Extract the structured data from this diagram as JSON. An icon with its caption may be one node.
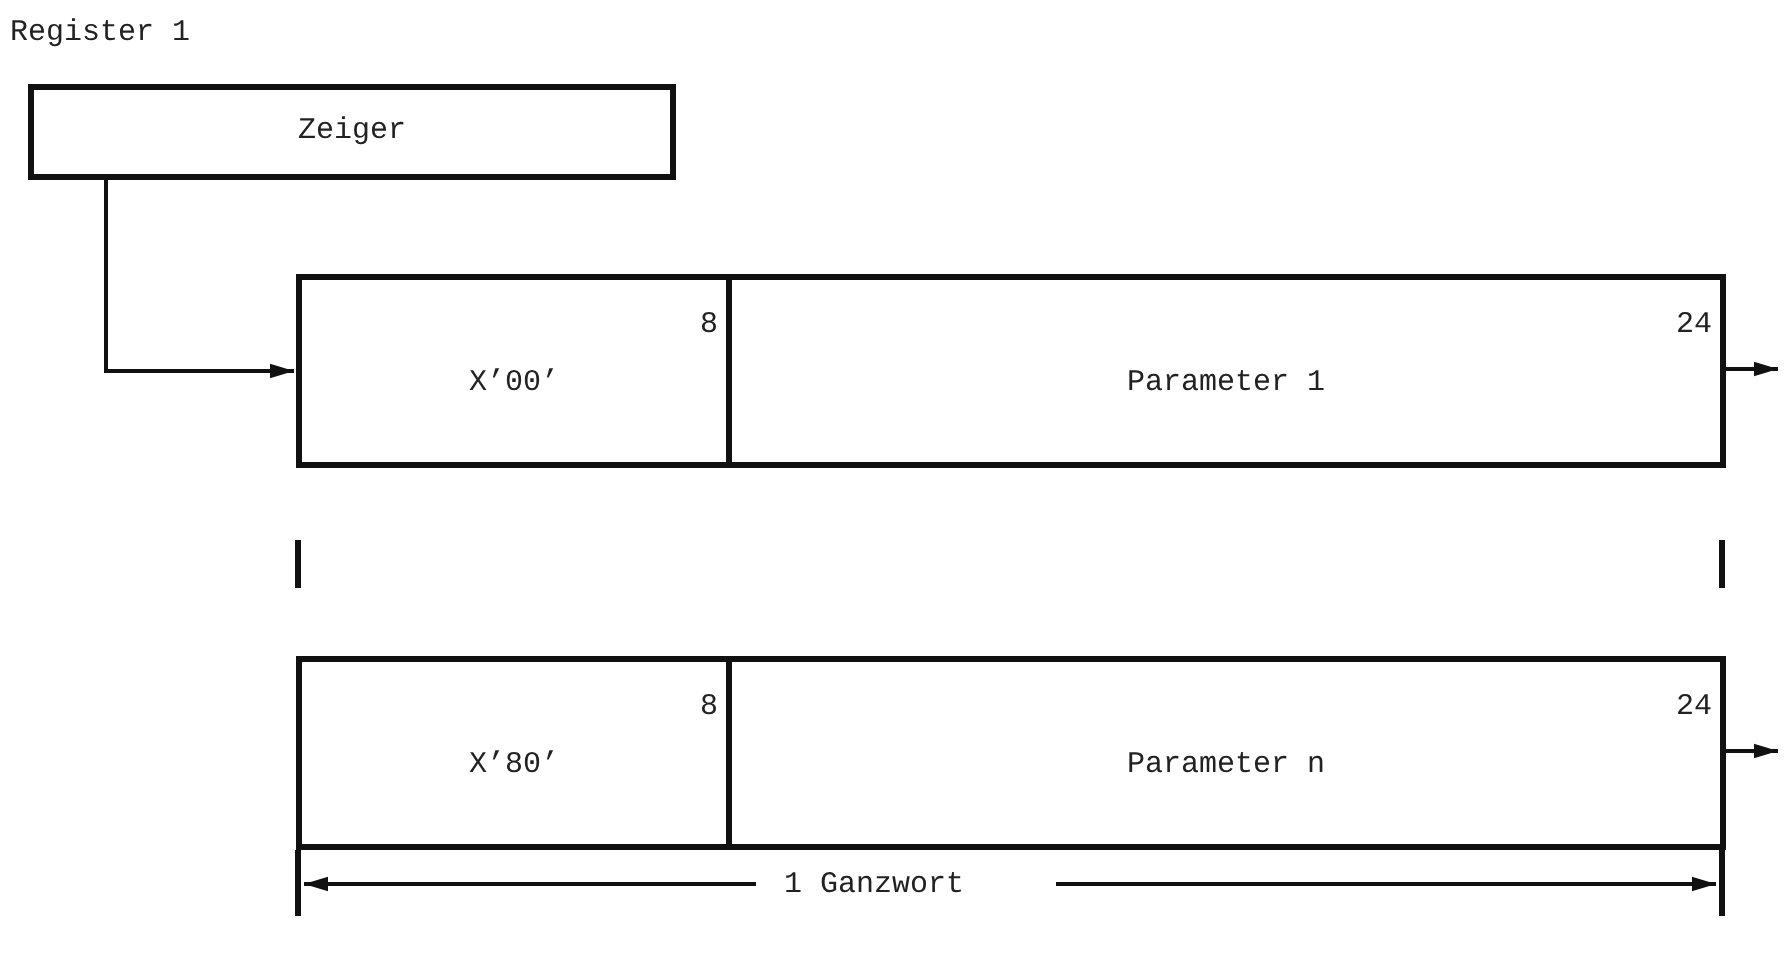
{
  "diagram": {
    "nodes": [
      {
        "text": [
          "Register 1",
          "Zeiger"
        ]
      },
      {
        "text": [
          "8",
          "X’00’"
        ]
      },
      {
        "text": [
          "24",
          "Parameter 1"
        ]
      },
      {
        "text": [
          "8",
          "X’80’"
        ]
      },
      {
        "text": [
          "24",
          "Parameter n"
        ]
      }
    ],
    "edges": [
      {
        "from": 0,
        "to": 1,
        "arrow": "to"
      },
      {
        "from": 2,
        "to": null,
        "arrow": "to"
      },
      {
        "from": 4,
        "to": null,
        "arrow": "to"
      }
    ],
    "labels": [
      "1 Ganzwort"
    ]
  }
}
